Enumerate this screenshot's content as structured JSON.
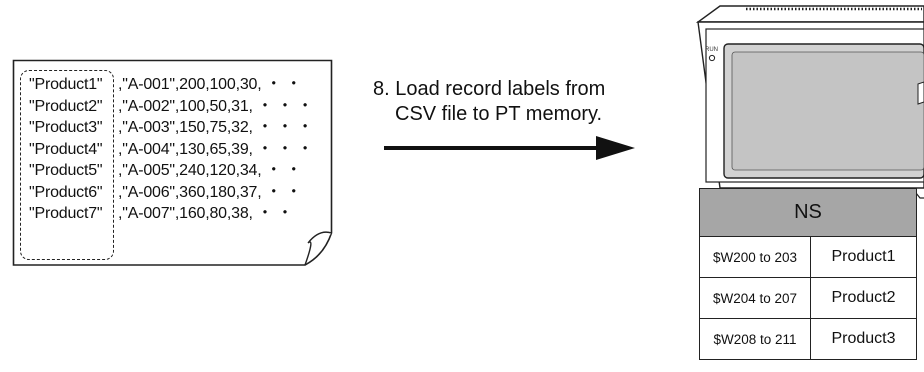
{
  "csv_file": {
    "rows": [
      {
        "name": "\"Product1\"",
        "rest": ",\"A-001\",200,100,30, ・ ・"
      },
      {
        "name": "\"Product2\"",
        "rest": ",\"A-002\",100,50,31, ・ ・ ・"
      },
      {
        "name": "\"Product3\"",
        "rest": ",\"A-003\",150,75,32, ・ ・ ・"
      },
      {
        "name": "\"Product4\"",
        "rest": ",\"A-004\",130,65,39, ・ ・ ・"
      },
      {
        "name": "\"Product5\"",
        "rest": ",\"A-005\",240,120,34, ・ ・"
      },
      {
        "name": "\"Product6\"",
        "rest": ",\"A-006\",360,180,37, ・ ・"
      },
      {
        "name": "\"Product7\"",
        "rest": ",\"A-007\",160,80,38, ・ ・"
      }
    ]
  },
  "instruction": {
    "line1": "8. Load record labels from",
    "line2": "CSV file to PT memory."
  },
  "device": {
    "run_label": "RUN",
    "icon": "pt-touch-panel-icon"
  },
  "ns_table": {
    "header": "NS",
    "rows": [
      {
        "address": "$W200 to 203",
        "value": "Product1"
      },
      {
        "address": "$W204 to 207",
        "value": "Product2"
      },
      {
        "address": "$W208 to 211",
        "value": "Product3"
      }
    ]
  }
}
